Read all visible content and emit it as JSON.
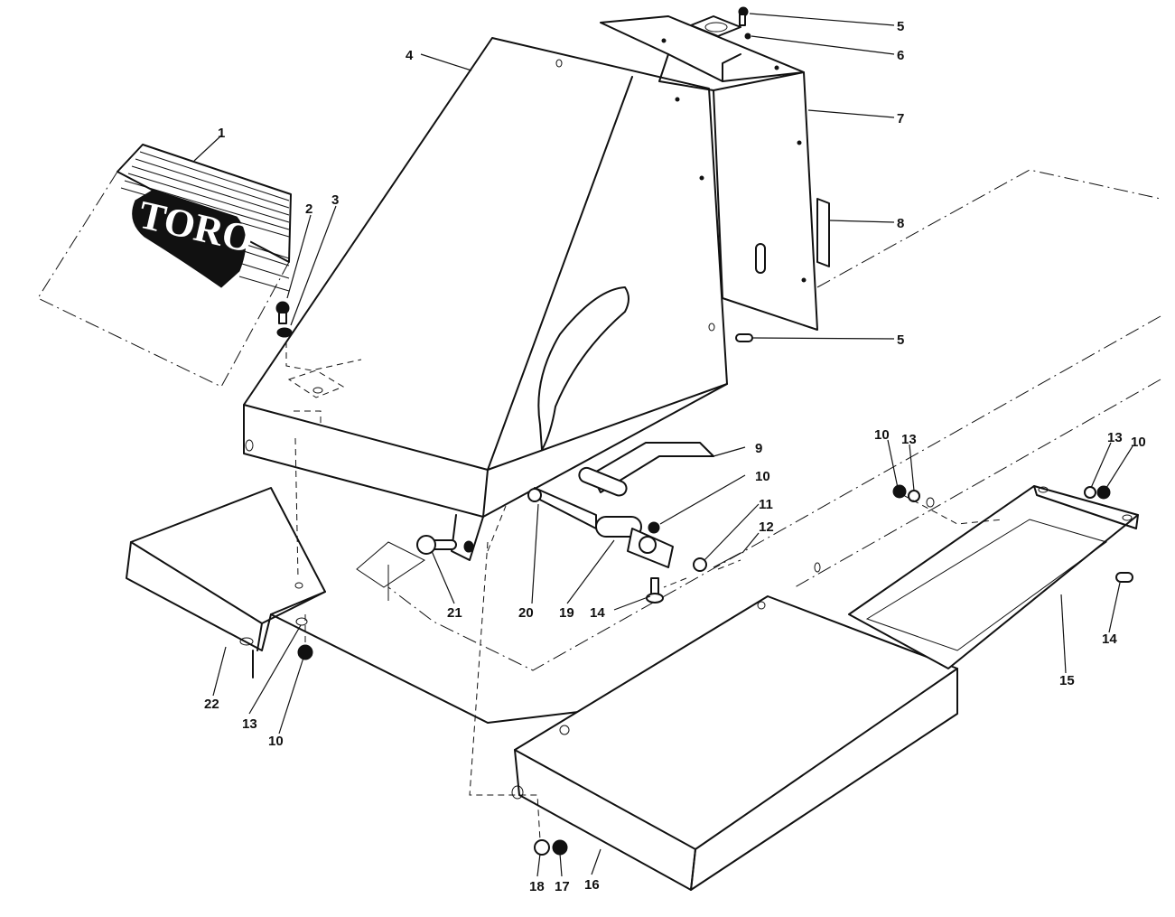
{
  "diagram": {
    "brand_logo_text": "TORO",
    "callouts": [
      {
        "id": "c1",
        "text": "1"
      },
      {
        "id": "c2",
        "text": "2"
      },
      {
        "id": "c3",
        "text": "3"
      },
      {
        "id": "c4",
        "text": "4"
      },
      {
        "id": "c5a",
        "text": "5"
      },
      {
        "id": "c6",
        "text": "6"
      },
      {
        "id": "c7",
        "text": "7"
      },
      {
        "id": "c8",
        "text": "8"
      },
      {
        "id": "c5b",
        "text": "5"
      },
      {
        "id": "c9",
        "text": "9"
      },
      {
        "id": "c10a",
        "text": "10"
      },
      {
        "id": "c11",
        "text": "11"
      },
      {
        "id": "c12",
        "text": "12"
      },
      {
        "id": "c10b",
        "text": "10"
      },
      {
        "id": "c13a",
        "text": "13"
      },
      {
        "id": "c13b",
        "text": "13"
      },
      {
        "id": "c10c",
        "text": "10"
      },
      {
        "id": "c14a",
        "text": "14"
      },
      {
        "id": "c15",
        "text": "15"
      },
      {
        "id": "c20",
        "text": "20"
      },
      {
        "id": "c19",
        "text": "19"
      },
      {
        "id": "c14b",
        "text": "14"
      },
      {
        "id": "c21",
        "text": "21"
      },
      {
        "id": "c22",
        "text": "22"
      },
      {
        "id": "c13c",
        "text": "13"
      },
      {
        "id": "c10d",
        "text": "10"
      },
      {
        "id": "c18",
        "text": "18"
      },
      {
        "id": "c17",
        "text": "17"
      },
      {
        "id": "c16",
        "text": "16"
      }
    ]
  }
}
